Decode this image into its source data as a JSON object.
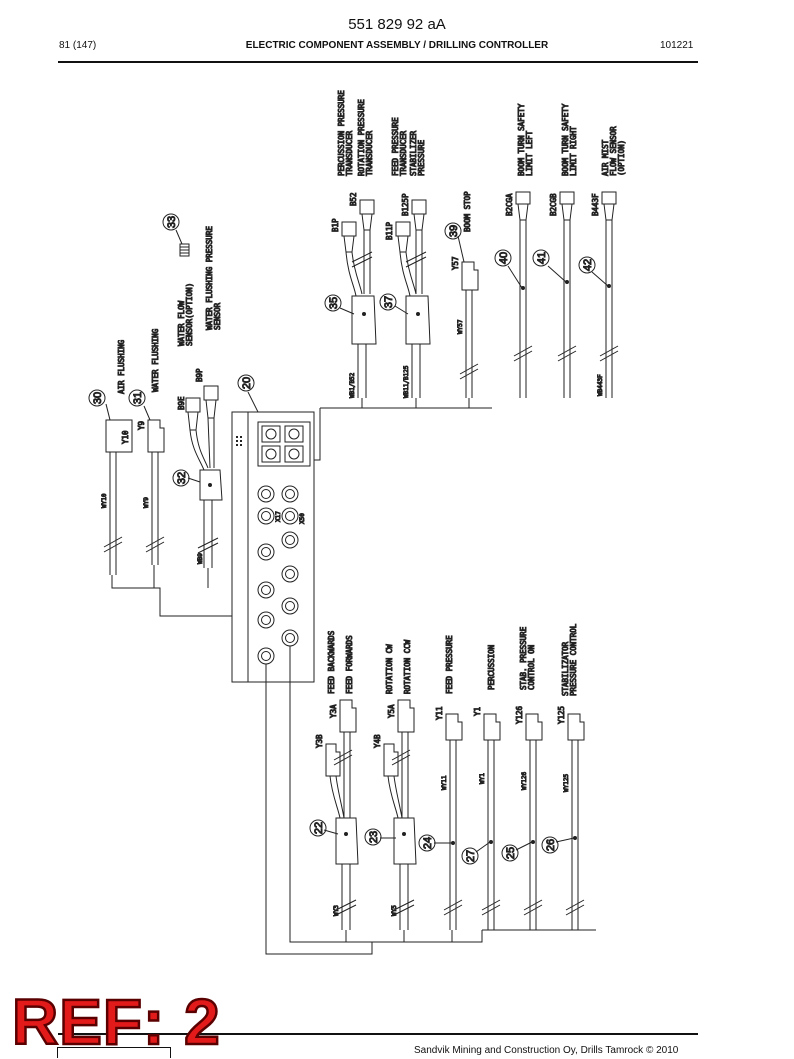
{
  "header": {
    "doc_number": "551 829 92 aA",
    "page": "81 (147)",
    "title": "ELECTRIC COMPONENT ASSEMBLY / DRILLING CONTROLLER",
    "date": "101221"
  },
  "footer": {
    "copyright": "Sandvik Mining and Construction Oy, Drills Tamrock © 2010",
    "stamp": "REF: 2"
  },
  "connector_box": {
    "number": "20",
    "socket_x17": "X17",
    "socket_x50": "X50"
  },
  "upper_left": {
    "air_flushing": {
      "number": "30",
      "desc": "AIR FLUSHING",
      "valve": "Y10",
      "wire": "WY10"
    },
    "water_flushing": {
      "number": "31",
      "desc": "WATER FLUSHING",
      "valve": "Y9",
      "wire": "WY9"
    },
    "water_sensors": {
      "number": "32",
      "wire": "WB9",
      "line1": "WATER FLOW",
      "line2": "SENSOR(OPTION)",
      "line3": "WATER FLUSHING PRESSURE",
      "line4": "SENSOR",
      "conn1": "B9E",
      "conn2": "B9P"
    },
    "sensor_ref": {
      "number": "33"
    }
  },
  "upper_right": {
    "percussion": {
      "number": "35",
      "wire": "WB1/B52",
      "conn1": "B1P",
      "conn2": "B52",
      "line1": "PERCUSSION PRESSURE",
      "line2": "TRANSDUCER",
      "line3": "ROTATION PRESSURE",
      "line4": "TRANSDUCER"
    },
    "feed": {
      "number": "37",
      "wire": "WB11/B125",
      "conn1": "B11P",
      "conn2": "B125P",
      "line1": "FEED PRESSURE",
      "line2": "TRANSDUCER",
      "line3": "STABILIZER",
      "line4": "PRESSURE"
    },
    "boom_stop": {
      "number": "39",
      "desc": "BOOM STOP",
      "valve": "Y57",
      "wire": "WY57"
    },
    "boom_turn_left": {
      "number": "40",
      "desc1": "BOOM TURN SAFETY",
      "desc2": "LIMIT LEFT",
      "conn": "B2CGA"
    },
    "boom_turn_right": {
      "number": "41",
      "desc1": "BOOM TURN SAFETY",
      "desc2": "LIMIT RIGHT",
      "conn": "B2CGB"
    },
    "air_mist": {
      "number": "42",
      "desc1": "AIR MIST",
      "desc2": "FLOW SENSOR",
      "desc3": "(OPTION)",
      "conn": "B443F",
      "wire": "WB443F"
    }
  },
  "lower": {
    "feed": {
      "number": "22",
      "line1": "FEED BACKWARDS",
      "line2": "FEED FORWARDS",
      "valve1": "Y3B",
      "valve2": "Y3A",
      "wire": "WY3"
    },
    "rotation": {
      "number": "23",
      "line1": "ROTATION CW",
      "line2": "ROTATION CCW",
      "valve1": "Y4B",
      "valve2": "Y5A",
      "wire": "WY5"
    },
    "feed_pressure": {
      "number": "24",
      "desc": "FEED PRESSURE",
      "valve": "Y11",
      "wire": "WY11"
    },
    "percussion": {
      "number": "27",
      "desc": "PERCUSSION",
      "valve": "Y1",
      "wire": "WY1"
    },
    "stab_pressure": {
      "number": "25",
      "line1": "STAB. PRESSURE",
      "line2": "CONTROL ON",
      "valve": "Y126",
      "wire": "WY126"
    },
    "stab_control": {
      "number": "26",
      "line1": "STABILIZATOR",
      "line2": "PRESSURE CONTROL",
      "valve": "Y125",
      "wire": "WY125"
    }
  }
}
